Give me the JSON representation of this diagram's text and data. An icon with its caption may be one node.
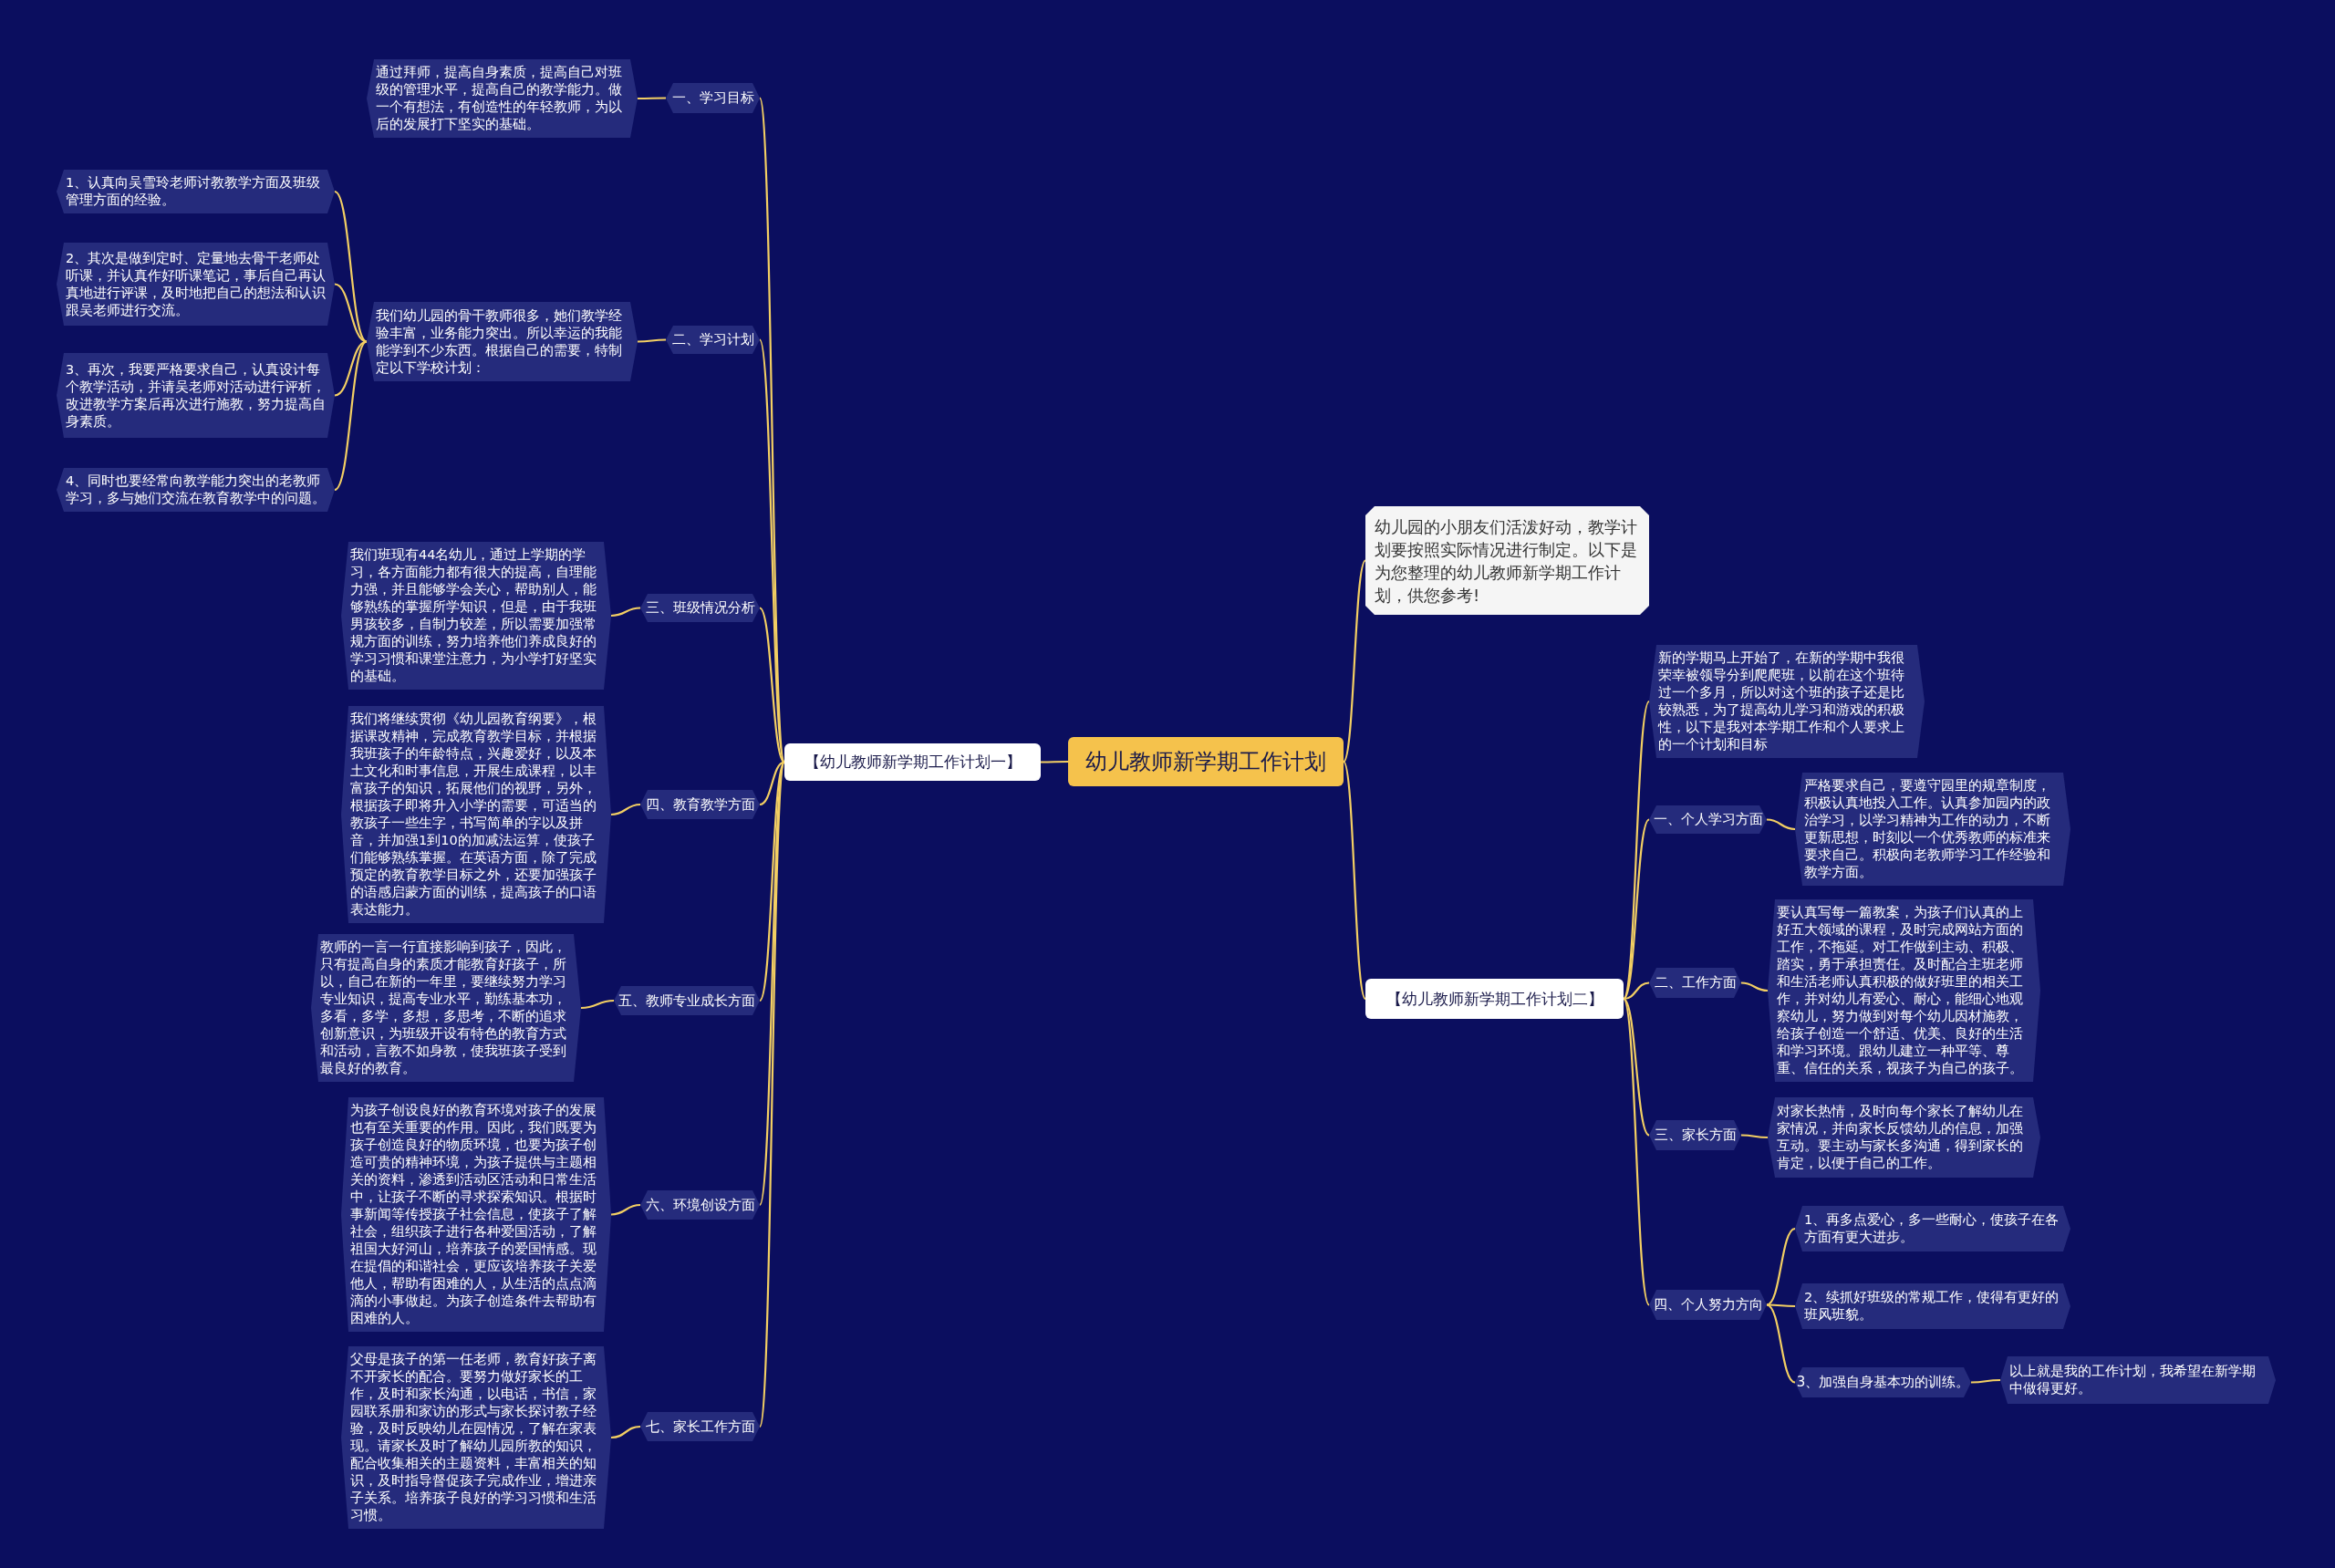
{
  "diagram": {
    "nodes": [
      {
        "text": [
          "幼儿教师新学期工作计划"
        ]
      },
      {
        "text": [
          "【幼儿教师新学期工作计划一】"
        ]
      },
      {
        "text": [
          "一、学习目标"
        ]
      },
      {
        "text": [
          "通过拜师，提高自身素质，提高自己对班级的管理水平，提高自己的教学能力。做一个有想法，有创造性的年轻教师，为以后的发展打下坚实的基础。"
        ]
      },
      {
        "text": [
          "二、学习计划"
        ]
      },
      {
        "text": [
          "我们幼儿园的骨干教师很多，她们教学经验丰富，业务能力突出。所以幸运的我能能学到不少东西。根据自己的需要，特制定以下学校计划："
        ]
      },
      {
        "text": [
          "1、认真向吴雪玲老师讨教教学方面及班级管理方面的经验。"
        ]
      },
      {
        "text": [
          "2、其次是做到定时、定量地去骨干老师处听课，并认真作好听课笔记，事后自己再认真地进行评课，及时地把自己的想法和认识跟吴老师进行交流。"
        ]
      },
      {
        "text": [
          "3、再次，我要严格要求自己，认真设计每个教学活动，并请吴老师对活动进行评析，改进教学方案后再次进行施教，努力提高自身素质。"
        ]
      },
      {
        "text": [
          "4、同时也要经常向教学能力突出的老教师学习，多与她们交流在教育教学中的问题。"
        ]
      },
      {
        "text": [
          "三、班级情况分析"
        ]
      },
      {
        "text": [
          "我们班现有44名幼儿，通过上学期的学习，各方面能力都有很大的提高，自理能力强，并且能够学会关心，帮助别人，能够熟练的掌握所学知识，但是，由于我班男孩较多，自制力较差，所以需要加强常规方面的训练，努力培养他们养成良好的学习习惯和课堂注意力，为小学打好坚实的基础。"
        ]
      },
      {
        "text": [
          "四、教育教学方面"
        ]
      },
      {
        "text": [
          "我们将继续贯彻《幼儿园教育纲要》，根据课改精神，完成教育教学目标，并根据我班孩子的年龄特点，兴趣爱好，以及本土文化和时事信息，开展生成课程，以丰富孩子的知识，拓展他们的视野，另外，根据孩子即将升入小学的需要，可适当的教孩子一些生字，书写简单的字以及拼音，并加强1到10的加减法运算，使孩子们能够熟练掌握。在英语方面，除了完成预定的教育教学目标之外，还要加强孩子的语感启蒙方面的训练，提高孩子的口语表达能力。"
        ]
      },
      {
        "text": [
          "五、教师专业成长方面"
        ]
      },
      {
        "text": [
          "教师的一言一行直接影响到孩子，因此，只有提高自身的素质才能教育好孩子，所以，自己在新的一年里，要继续努力学习专业知识，提高专业水平，勤练基本功，多看，多学，多想，多思考，不断的追求创新意识，为班级开设有特色的教育方式和活动，言教不如身教，使我班孩子受到最良好的教育。"
        ]
      },
      {
        "text": [
          "六、环境创设方面"
        ]
      },
      {
        "text": [
          "为孩子创设良好的教育环境对孩子的发展也有至关重要的作用。因此，我们既要为孩子创造良好的物质环境，也要为孩子创造可贵的精神环境，为孩子提供与主题相关的资料，渗透到活动区活动和日常生活中，让孩子不断的寻求探索知识。根据时事新闻等传授孩子社会信息，使孩子了解社会，组织孩子进行各种爱国活动，了解祖国大好河山，培养孩子的爱国情感。现在提倡的和谐社会，更应该培养孩子关爱他人，帮助有困难的人，从生活的点点滴滴的小事做起。为孩子创造条件去帮助有困难的人。"
        ]
      },
      {
        "text": [
          "七、家长工作方面"
        ]
      },
      {
        "text": [
          "父母是孩子的第一任老师，教育好孩子离不开家长的配合。要努力做好家长的工作，及时和家长沟通，以电话，书信，家园联系册和家访的形式与家长探讨教子经验，及时反映幼儿在园情况，了解在家表现。请家长及时了解幼儿园所教的知识，配合收集相关的主题资料，丰富相关的知识，及时指导督促孩子完成作业，增进亲子关系。培养孩子良好的学习习惯和生活习惯。"
        ]
      },
      {
        "text": [
          "幼儿园的小朋友们活泼好动，教学计划要按照实际情况进行制定。以下是为您整理的幼儿教师新学期工作计划，供您参考!"
        ]
      },
      {
        "text": [
          "【幼儿教师新学期工作计划二】"
        ]
      },
      {
        "text": [
          "新的学期马上开始了，在新的学期中我很荣幸被领导分到爬爬班，以前在这个班待过一个多月，所以对这个班的孩子还是比较熟悉，为了提高幼儿学习和游戏的积极性，以下是我对本学期工作和个人要求上的一个计划和目标"
        ]
      },
      {
        "text": [
          "一、个人学习方面"
        ]
      },
      {
        "text": [
          "严格要求自己，要遵守园里的规章制度，积极认真地投入工作。认真参加园内的政治学习，以学习精神为工作的动力，不断更新思想，时刻以一个优秀教师的标准来要求自己。积极向老教师学习工作经验和教学方面。"
        ]
      },
      {
        "text": [
          "二、工作方面"
        ]
      },
      {
        "text": [
          "要认真写每一篇教案，为孩子们认真的上好五大领域的课程，及时完成网站方面的工作，不拖延。对工作做到主动、积极、踏实，勇于承担责任。及时配合主班老师和生活老师认真积极的做好班里的相关工作，并对幼儿有爱心、耐心，能细心地观察幼儿，努力做到对每个幼儿因材施教，给孩子创造一个舒适、优美、良好的生活和学习环境。跟幼儿建立一种平等、尊重、信任的关系，视孩子为自己的孩子。"
        ]
      },
      {
        "text": [
          "三、家长方面"
        ]
      },
      {
        "text": [
          "对家长热情，及时向每个家长了解幼儿在家情况，并向家长反馈幼儿的信息，加强互动。要主动与家长多沟通，得到家长的肯定，以便于自己的工作。"
        ]
      },
      {
        "text": [
          "四、个人努力方向"
        ]
      },
      {
        "text": [
          "1、再多点爱心，多一些耐心，使孩子在各方面有更大进步。"
        ]
      },
      {
        "text": [
          "2、续抓好班级的常规工作，使得有更好的班风班貌。"
        ]
      },
      {
        "text": [
          "3、加强自身基本功的训练。"
        ]
      },
      {
        "text": [
          "以上就是我的工作计划，我希望在新学期中做得更好。"
        ]
      }
    ],
    "edges": [
      {
        "from": 0,
        "to": 1,
        "arrow": "none"
      },
      {
        "from": 1,
        "to": 2,
        "arrow": "none"
      },
      {
        "from": 2,
        "to": 3,
        "arrow": "none"
      },
      {
        "from": 1,
        "to": 4,
        "arrow": "none"
      },
      {
        "from": 4,
        "to": 5,
        "arrow": "none"
      },
      {
        "from": 5,
        "to": 6,
        "arrow": "none"
      },
      {
        "from": 5,
        "to": 7,
        "arrow": "none"
      },
      {
        "from": 5,
        "to": 8,
        "arrow": "none"
      },
      {
        "from": 5,
        "to": 9,
        "arrow": "none"
      },
      {
        "from": 1,
        "to": 10,
        "arrow": "none"
      },
      {
        "from": 10,
        "to": 11,
        "arrow": "none"
      },
      {
        "from": 1,
        "to": 12,
        "arrow": "none"
      },
      {
        "from": 12,
        "to": 13,
        "arrow": "none"
      },
      {
        "from": 1,
        "to": 14,
        "arrow": "none"
      },
      {
        "from": 14,
        "to": 15,
        "arrow": "none"
      },
      {
        "from": 1,
        "to": 16,
        "arrow": "none"
      },
      {
        "from": 16,
        "to": 17,
        "arrow": "none"
      },
      {
        "from": 1,
        "to": 18,
        "arrow": "none"
      },
      {
        "from": 18,
        "to": 19,
        "arrow": "none"
      },
      {
        "from": 0,
        "to": 20,
        "arrow": "none"
      },
      {
        "from": 0,
        "to": 21,
        "arrow": "none"
      },
      {
        "from": 21,
        "to": 22,
        "arrow": "none"
      },
      {
        "from": 21,
        "to": 23,
        "arrow": "none"
      },
      {
        "from": 23,
        "to": 24,
        "arrow": "none"
      },
      {
        "from": 21,
        "to": 25,
        "arrow": "none"
      },
      {
        "from": 25,
        "to": 26,
        "arrow": "none"
      },
      {
        "from": 21,
        "to": 27,
        "arrow": "none"
      },
      {
        "from": 27,
        "to": 28,
        "arrow": "none"
      },
      {
        "from": 21,
        "to": 29,
        "arrow": "none"
      },
      {
        "from": 29,
        "to": 30,
        "arrow": "none"
      },
      {
        "from": 29,
        "to": 31,
        "arrow": "none"
      },
      {
        "from": 29,
        "to": 32,
        "arrow": "none"
      },
      {
        "from": 32,
        "to": 33,
        "arrow": "none"
      }
    ]
  }
}
